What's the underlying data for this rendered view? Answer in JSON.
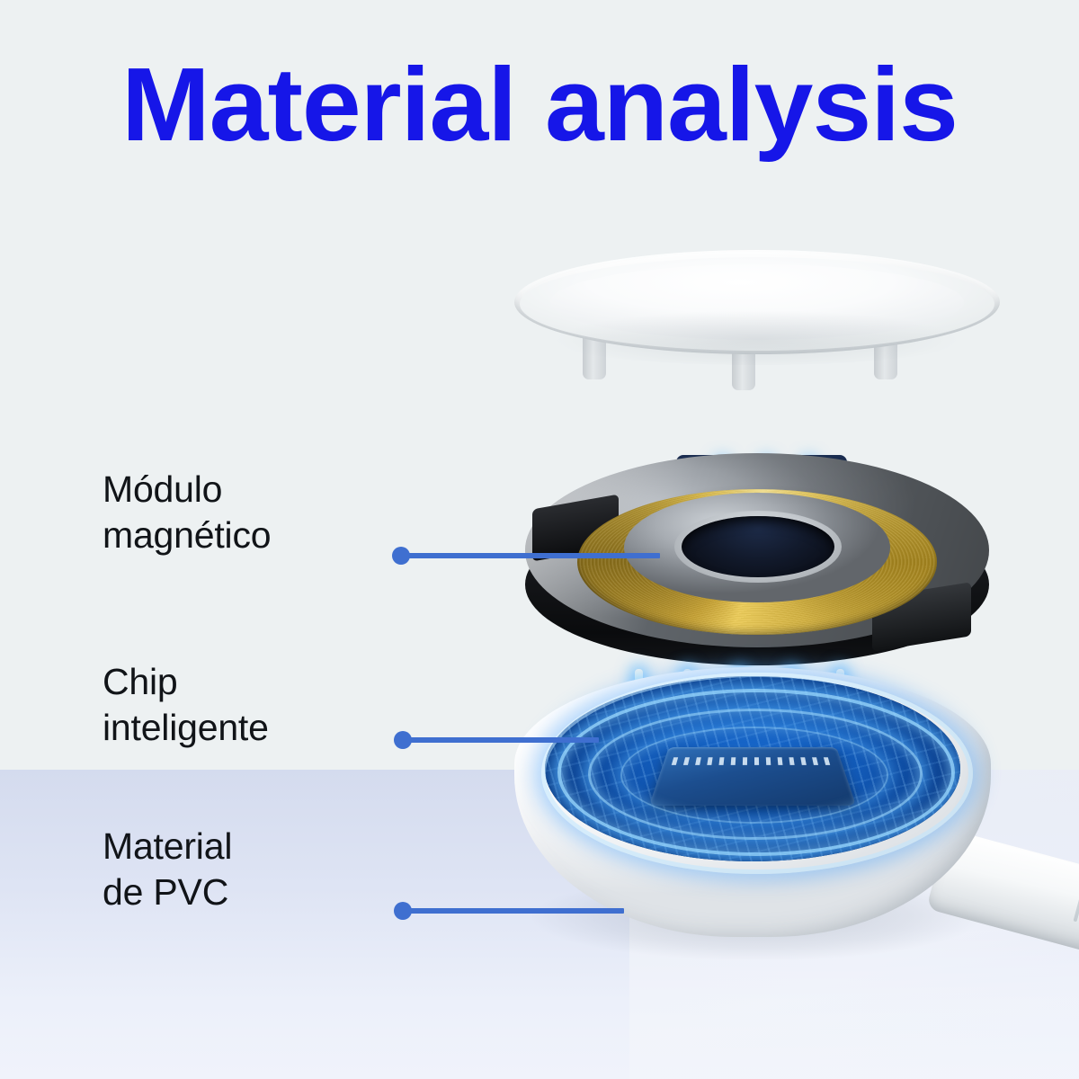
{
  "page": {
    "title": "Material analysis",
    "title_color": "#1616e8",
    "background_top_color": "#edf1f2",
    "background_bottom_color": "#d4dbee",
    "accent_line_color": "#3f6fd0",
    "label_color": "#111418"
  },
  "callouts": [
    {
      "id": "magnetic-module",
      "label": "Módulo\nmagnético",
      "line1": "Módulo",
      "line2": "magnético"
    },
    {
      "id": "smart-chip",
      "label": "Chip\ninteligente",
      "line1": "Chip",
      "line2": "inteligente"
    },
    {
      "id": "pvc-material",
      "label": "Material\nde PVC",
      "line1": "Material",
      "line2": "de PVC"
    }
  ],
  "product": {
    "parts": {
      "top_cover": "white-cap-disc",
      "magnetic_ring": "magnet-coil-ring",
      "coil_color": "#d9b94a",
      "ring_outer_color": "#0c0d0f",
      "chip_board": "blue-glowing-pcb",
      "chip_glow_color": "#5ab4ff",
      "base_shell": "white-pvc-housing",
      "cable": "white-cable"
    }
  }
}
